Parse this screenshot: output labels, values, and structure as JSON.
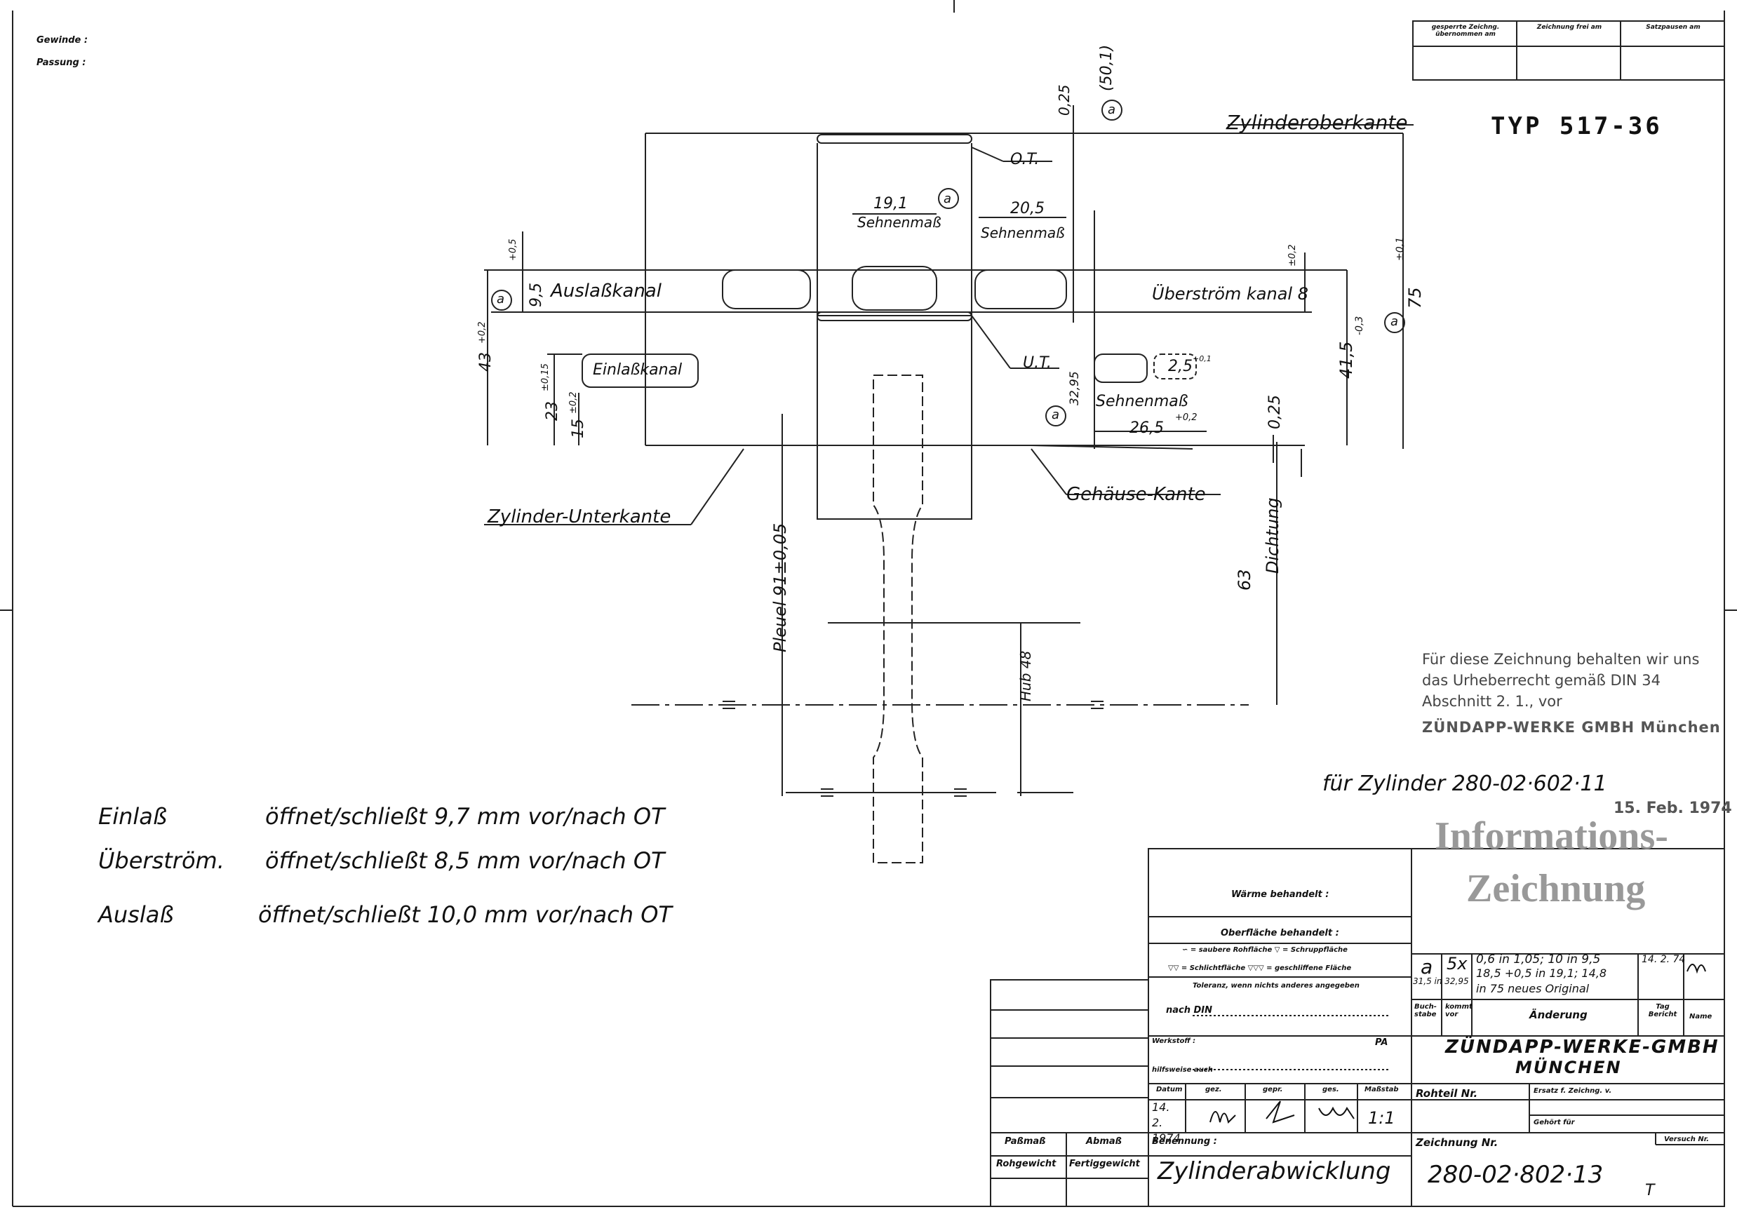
{
  "sheet": {
    "gewinde_label": "Gewinde :",
    "passung_label": "Passung :",
    "typ": "TYP 517-36",
    "fuer_zylinder": "für Zylinder 280-02·602·11",
    "copyright_lines": [
      "Für diese Zeichnung behalten wir uns",
      "das Urheberrecht gemäß DIN 34",
      "Abschnitt 2. 1., vor"
    ],
    "copyright_company": "ZÜNDAPP-WERKE GMBH München",
    "stamp_date": "15. Feb. 1974",
    "stamp_line1": "Informations-",
    "stamp_line2": "Zeichnung"
  },
  "top_box": {
    "col1": "gesperrte Zeichng. übernommen am",
    "col2": "Zeichnung frei am",
    "col3": "Satzpausen am"
  },
  "drawing_labels": {
    "zylinderoberkante": "Zylinderoberkante",
    "ot": "O.T.",
    "ut": "U.T.",
    "sehnenmass": "Sehnenmaß",
    "dim_191": "19,1",
    "dim_205": "20,5",
    "dim_501": "(50,1)",
    "dim_025_top": "0,25",
    "circle_a": "a",
    "auslasskanal": "Auslaßkanal",
    "ueberstroemkanal": "Überström kanal 8",
    "einlasskanal": "Einlaßkanal",
    "dim_95": "9,5",
    "dim_95_tol": "+0,5",
    "dim_43": "43",
    "dim_43_tol": "+0,2",
    "dim_23": "23",
    "dim_23_tol": "±0,15",
    "dim_15": "15",
    "dim_15_tol": "±0,2",
    "dim_02": "±0,2",
    "dim_415": "41,5",
    "dim_415_tol": "-0,3",
    "dim_75": "75",
    "dim_75_tol": "±0,1",
    "dim_3295": "32,95",
    "dim_25": "2,5",
    "dim_25_tol": "+0,1",
    "dim_265": "26,5",
    "dim_265_tol": "+0,2",
    "dim_025_bot": "0,25",
    "zylinder_unterkante": "Zylinder-Unterkante",
    "gehaeuse_kante": "Gehäuse-Kante",
    "dichtung": "Dichtung",
    "dim_63": "63",
    "pleuel": "Pleuel 91±0,05",
    "hub": "Hub 48"
  },
  "timing": [
    {
      "name": "Einlaß",
      "text": "öffnet/schließt 9,7 mm vor/nach OT"
    },
    {
      "name": "Überström.",
      "text": "öffnet/schließt 8,5 mm vor/nach OT"
    },
    {
      "name": "Auslaß",
      "text": "öffnet/schließt 10,0 mm vor/nach OT"
    }
  ],
  "title_block": {
    "waerme": "Wärme behandelt :",
    "oberflaeche": "Oberfläche behandelt :",
    "surface_line1": "∽ = saubere Rohfläche  ▽ = Schruppfläche",
    "surface_line2": "▽▽ = Schlichtfläche  ▽▽▽ = geschliffene Fläche",
    "toleranz": "Toleranz, wenn nichts anderes angegeben",
    "nach_din": "nach DIN",
    "werkstoff": "Werkstoff :",
    "pa": "PA",
    "hilfsweise": "hilfsweise auch",
    "datum": "Datum",
    "gez": "gez.",
    "gepr": "gepr.",
    "ges": "ges.",
    "massstab": "Maßstab",
    "datum_val": "14. 2. 1974",
    "massstab_val": "1:1",
    "passmass": "Paßmaß",
    "abmass": "Abmaß",
    "rohgewicht": "Rohgewicht",
    "fertiggewicht": "Fertiggewicht",
    "benennung": "Benennung :",
    "benennung_val": "Zylinderabwicklung",
    "company_line1": "ZÜNDAPP-WERKE-GMBH",
    "company_line2": "MÜNCHEN",
    "rohteil": "Rohteil Nr.",
    "ersatz": "Ersatz f. Zeichng. v.",
    "gehoert": "Gehört für",
    "zeichnung_nr": "Zeichnung Nr.",
    "zeichnung_val": "280-02·802·13",
    "versuch": "Versuch Nr.",
    "t_mark": "T",
    "change_letter": "a",
    "change_count": "5x",
    "change_ref": "31,5 in 32,95",
    "change_text1": "0,6 in 1,05; 10 in 9,5",
    "change_text2": "18,5 +0,5 in 19,1; 14,8",
    "change_text3": "in 75  neues Original",
    "change_date": "14. 2. 74",
    "buchstabe": "Buch-stabe",
    "kommt_vor": "kommt vor",
    "aenderung": "Änderung",
    "tag_bericht": "Tag Bericht",
    "name": "Name"
  }
}
